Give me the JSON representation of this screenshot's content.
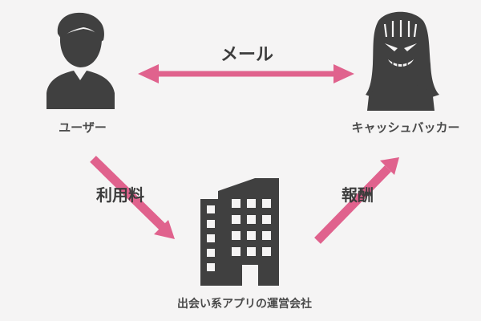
{
  "labels": {
    "mail": "メール",
    "user": "ユーザー",
    "cashback": "キャッシュバッカー",
    "usage_fee": "利用料",
    "reward": "報酬",
    "operator": "出会い系アプリの運営会社"
  },
  "icons": {
    "user": "person-icon",
    "cashbacker": "masked-woman-icon",
    "operator": "office-building-icon"
  },
  "colors": {
    "arrow": "#e0628d",
    "icon": "#404040",
    "text": "#4a4a4a",
    "background": "#f5f4f4"
  }
}
